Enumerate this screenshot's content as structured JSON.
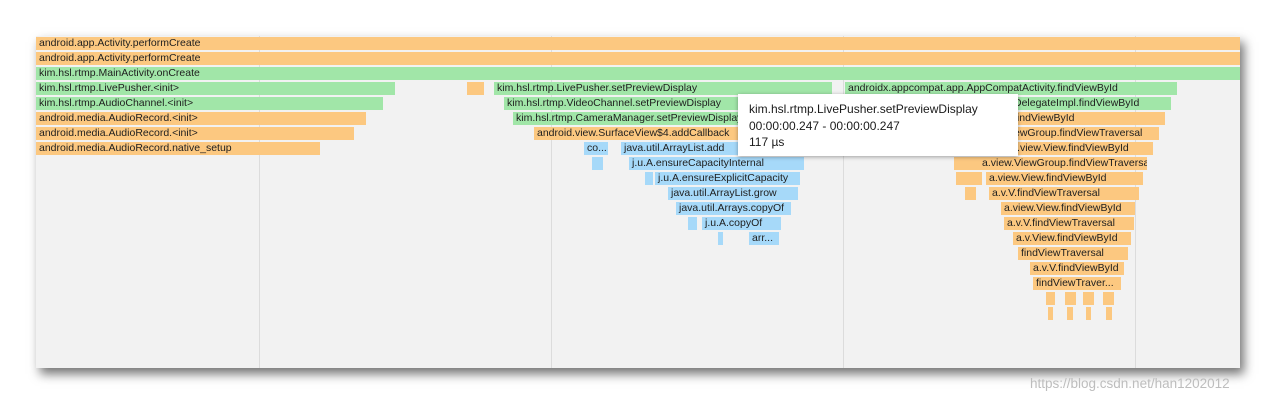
{
  "flame_rows": [
    {
      "name": "android.app.Activity.performCreate"
    },
    {
      "name": "android.app.Activity.performCreate"
    },
    {
      "name": "kim.hsl.rtmp.MainActivity.onCreate"
    },
    {
      "name": "kim.hsl.rtmp.LivePusher.<init>"
    },
    {
      "name": "kim.hsl.rtmp.AudioChannel.<init>"
    },
    {
      "name": "android.media.AudioRecord.<init>"
    },
    {
      "name": "android.media.AudioRecord.<init>"
    },
    {
      "name": "android.media.AudioRecord.native_setup"
    },
    {
      "name": ""
    },
    {
      "name": "kim.hsl.rtmp.LivePusher.setPreviewDisplay"
    },
    {
      "name": "kim.hsl.rtmp.VideoChannel.setPreviewDisplay"
    },
    {
      "name": "kim.hsl.rtmp.CameraManager.setPreviewDisplay"
    },
    {
      "name": "android.view.SurfaceView$4.addCallback"
    },
    {
      "name": "co..."
    },
    {
      "name": ""
    },
    {
      "name": "java.util.ArrayList.add"
    },
    {
      "name": "j.u.A.ensureCapacityInternal"
    },
    {
      "name": ""
    },
    {
      "name": "j.u.A.ensureExplicitCapacity"
    },
    {
      "name": "java.util.ArrayList.grow"
    },
    {
      "name": "java.util.Arrays.copyOf"
    },
    {
      "name": ""
    },
    {
      "name": "j.u.A.copyOf"
    },
    {
      "name": ""
    },
    {
      "name": "arr..."
    },
    {
      "name": "androidx.appcompat.app.AppCompatActivity.findViewById"
    },
    {
      "name": "DelegateImpl.findViewById"
    },
    {
      "name": "findViewById"
    },
    {
      "name": "ewGroup.findViewTraversal"
    },
    {
      "name": "android.view.View.findViewById"
    },
    {
      "name": "a.view.ViewGroup.findViewTraversal"
    },
    {
      "name": ""
    },
    {
      "name": "a.view.View.findViewById"
    },
    {
      "name": ""
    },
    {
      "name": "a.v.V.findViewTraversal"
    },
    {
      "name": "a.view.View.findViewById"
    },
    {
      "name": "a.v.V.findViewTraversal"
    },
    {
      "name": "a.v.View.findViewById"
    },
    {
      "name": "findViewTraversal"
    },
    {
      "name": "a.v.V.findViewById"
    },
    {
      "name": "findViewTraver..."
    },
    {
      "name": ""
    },
    {
      "name": ""
    },
    {
      "name": ""
    },
    {
      "name": ""
    },
    {
      "name": ""
    },
    {
      "name": ""
    },
    {
      "name": ""
    },
    {
      "name": ""
    }
  ],
  "tooltip": {
    "title": "kim.hsl.rtmp.LivePusher.setPreviewDisplay",
    "range": "00:00:00.247 - 00:00:00.247",
    "duration": "117 µs"
  },
  "watermark": "https://blog.csdn.net/han1202012",
  "colors": {
    "orange": "#fcc880",
    "green": "#a1e6a8",
    "blue": "#a6d9f9",
    "background": "#f2f2f2"
  }
}
